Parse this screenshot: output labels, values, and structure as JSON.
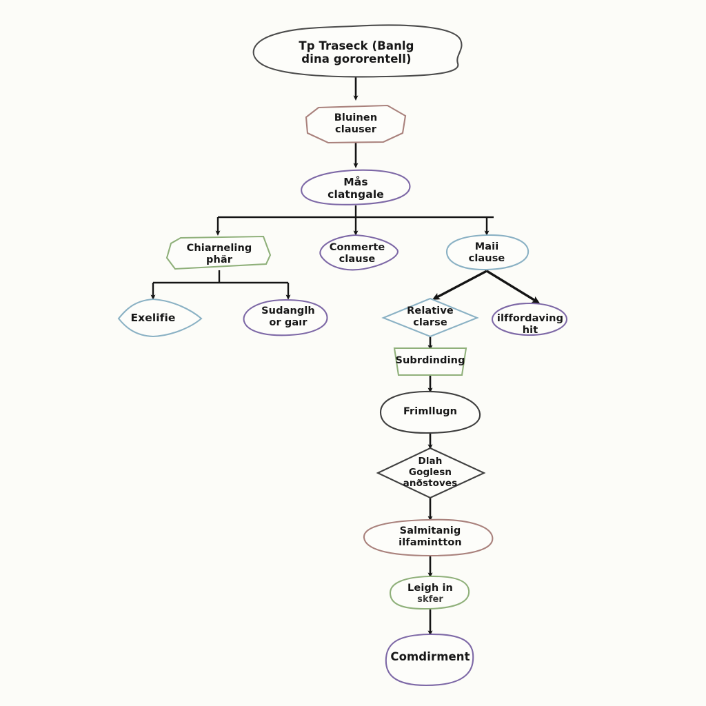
{
  "diagram": {
    "title": "Sentence clause structure flowchart (hand-drawn sketch style)",
    "background_color": "#fcfcf8",
    "connector_color": "#141414",
    "text_color": "#171717",
    "palette": {
      "grey": "#4b4b4b",
      "rose": "#a9817c",
      "purple": "#7d68a6",
      "green": "#8fb07a",
      "blue": "#8ab1c4",
      "dark_grey": "#3f3f3f"
    },
    "nodes": [
      {
        "id": "n1",
        "lines": [
          "Tp Traseck (Banlg",
          "dina gororentell)"
        ],
        "shape": "blob-ellipse",
        "color": "#4b4b4b",
        "row": 0
      },
      {
        "id": "n2",
        "lines": [
          "Bluinen",
          "clauser"
        ],
        "shape": "hex-blob",
        "color": "#a9817c",
        "row": 1
      },
      {
        "id": "n3",
        "lines": [
          "Mås",
          "clatngale"
        ],
        "shape": "ellipse-blob",
        "color": "#7d68a6",
        "row": 2
      },
      {
        "id": "n4",
        "lines": [
          "Chiarneling",
          "phär"
        ],
        "shape": "pentagon-blob",
        "color": "#8fb07a",
        "row": 3
      },
      {
        "id": "n5",
        "lines": [
          "Conmerte",
          "clause"
        ],
        "shape": "triangle-blob",
        "color": "#7d68a6",
        "row": 3
      },
      {
        "id": "n6",
        "lines": [
          "Maii",
          "clause"
        ],
        "shape": "round-blob",
        "color": "#8ab1c4",
        "row": 3
      },
      {
        "id": "n7",
        "lines": [
          "Exelifie"
        ],
        "shape": "lens-diamond",
        "color": "#8ab1c4",
        "row": 4
      },
      {
        "id": "n8",
        "lines": [
          "Sudanglh",
          "or gaır"
        ],
        "shape": "blob",
        "color": "#7d68a6",
        "row": 4
      },
      {
        "id": "n9",
        "lines": [
          "Relative",
          "clarse"
        ],
        "shape": "diamond",
        "color": "#8ab1c4",
        "row": 4
      },
      {
        "id": "n10",
        "lines": [
          "ilffordaving hit"
        ],
        "shape": "ellipse",
        "color": "#7d68a6",
        "row": 4
      },
      {
        "id": "n11",
        "lines": [
          "Subrdinding"
        ],
        "shape": "trapezoid",
        "color": "#8fb07a",
        "row": 5
      },
      {
        "id": "n12",
        "lines": [
          "Frimllugn"
        ],
        "shape": "teardrop-blob",
        "color": "#3f3f3f",
        "row": 6
      },
      {
        "id": "n13",
        "lines": [
          "Dlah",
          "Goglesn",
          "anðstoves"
        ],
        "shape": "diamond",
        "color": "#3f3f3f",
        "row": 7
      },
      {
        "id": "n14",
        "lines": [
          "Salmitanig",
          "ilfamintton"
        ],
        "shape": "blob",
        "color": "#a9817c",
        "row": 8
      },
      {
        "id": "n15",
        "lines": [
          "Leigh in",
          "skfer"
        ],
        "shape": "blob",
        "color": "#8fb07a",
        "row": 9
      },
      {
        "id": "n16",
        "lines": [
          "Comdirment"
        ],
        "shape": "ellipse",
        "color": "#7d68a6",
        "row": 10
      }
    ],
    "edges": [
      {
        "from": "n1",
        "to": "n2",
        "style": "straight-down"
      },
      {
        "from": "n2",
        "to": "n3",
        "style": "straight-down"
      },
      {
        "from": "n3",
        "to": "n4",
        "style": "bus-split"
      },
      {
        "from": "n3",
        "to": "n5",
        "style": "bus-split"
      },
      {
        "from": "n3",
        "to": "n6",
        "style": "bus-split"
      },
      {
        "from": "n4",
        "to": "n7",
        "style": "bus-split"
      },
      {
        "from": "n4",
        "to": "n8",
        "style": "bus-split"
      },
      {
        "from": "n6",
        "to": "n9",
        "style": "diagonal"
      },
      {
        "from": "n6",
        "to": "n10",
        "style": "diagonal"
      },
      {
        "from": "n9",
        "to": "n11",
        "style": "straight-down"
      },
      {
        "from": "n11",
        "to": "n12",
        "style": "straight-down"
      },
      {
        "from": "n12",
        "to": "n13",
        "style": "straight-down"
      },
      {
        "from": "n13",
        "to": "n14",
        "style": "straight-down"
      },
      {
        "from": "n14",
        "to": "n15",
        "style": "straight-down"
      },
      {
        "from": "n15",
        "to": "n16",
        "style": "straight-down"
      }
    ]
  }
}
